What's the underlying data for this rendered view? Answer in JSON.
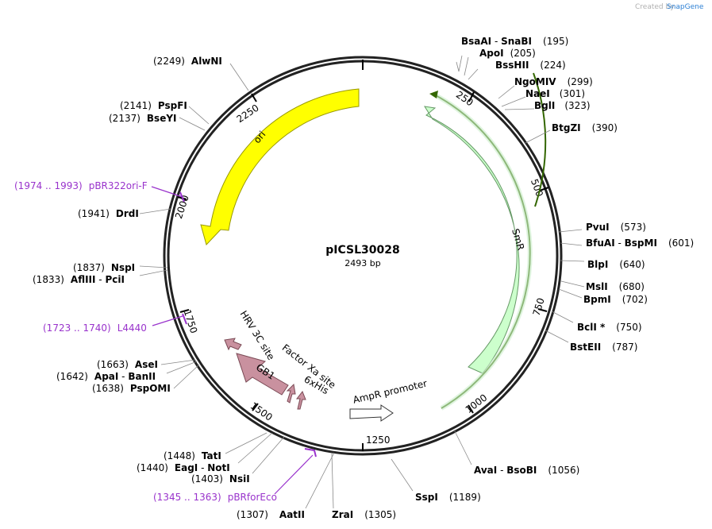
{
  "credit": {
    "prefix": "Created by",
    "brand": "SnapGene"
  },
  "plasmid": {
    "name": "pICSL30028",
    "length": "2493 bp"
  },
  "ticks": [
    "250",
    "500",
    "750",
    "1000",
    "1250",
    "1500",
    "1750",
    "2000",
    "2250"
  ],
  "features": {
    "ori": "ori",
    "smr": "SmR",
    "ampr": "AmpR promoter",
    "hrv": "HRV 3C site",
    "gb1": "GB1",
    "factor": "Factor Xa site",
    "his": "6xHis"
  },
  "sites": [
    {
      "name": "BsaAI",
      "sep": " - ",
      "name2": "SnaBI",
      "pos": "(195)"
    },
    {
      "name": "ApoI",
      "pos": "(205)"
    },
    {
      "name": "BssHII",
      "pos": "(224)"
    },
    {
      "name": "NgoMIV",
      "pos": "(299)"
    },
    {
      "name": "NaeI",
      "pos": "(301)"
    },
    {
      "name": "BglI",
      "pos": "(323)"
    },
    {
      "name": "BtgZI",
      "pos": "(390)"
    },
    {
      "name": "PvuI",
      "pos": "(573)"
    },
    {
      "name": "BfuAI",
      "sep": " - ",
      "name2": "BspMI",
      "pos": "(601)"
    },
    {
      "name": "BlpI",
      "pos": "(640)"
    },
    {
      "name": "MslI",
      "pos": "(680)"
    },
    {
      "name": "BpmI",
      "pos": "(702)"
    },
    {
      "name": "BclI *",
      "pos": "(750)"
    },
    {
      "name": "BstEII",
      "pos": "(787)"
    },
    {
      "name": "AvaI",
      "sep": " - ",
      "name2": "BsoBI",
      "pos": "(1056)"
    },
    {
      "name": "SspI",
      "pos": "(1189)"
    },
    {
      "name": "ZraI",
      "pos": "(1305)"
    },
    {
      "name": "AatII",
      "pos": "(1307)"
    },
    {
      "name": "NsiI",
      "pos": "(1403)"
    },
    {
      "name": "EagI",
      "sep": " - ",
      "name2": "NotI",
      "pos": "(1440)"
    },
    {
      "name": "TatI",
      "pos": "(1448)"
    },
    {
      "name": "PspOMI",
      "pos": "(1638)"
    },
    {
      "name": "ApaI",
      "sep": " - ",
      "name2": "BanII",
      "pos": "(1642)"
    },
    {
      "name": "AseI",
      "pos": "(1663)"
    },
    {
      "name": "AflIII",
      "sep": " - ",
      "name2": "PciI",
      "pos": "(1833)"
    },
    {
      "name": "NspI",
      "pos": "(1837)"
    },
    {
      "name": "DrdI",
      "pos": "(1941)"
    },
    {
      "name": "BseYI",
      "pos": "(2137)"
    },
    {
      "name": "PspFI",
      "pos": "(2141)"
    },
    {
      "name": "AlwNI",
      "pos": "(2249)"
    }
  ],
  "primers": [
    {
      "range": "(1974 .. 1993)",
      "name": "pBR322ori-F"
    },
    {
      "range": "(1723 .. 1740)",
      "name": "L4440"
    },
    {
      "range": "(1345 .. 1363)",
      "name": "pBRforEco"
    }
  ],
  "colors": {
    "ori": "#ffff00",
    "smr": "#ccffcc",
    "smr_border": "#336600",
    "gb1": "#c9919f",
    "ampr": "#ffffff",
    "primer": "#9933cc",
    "backbone": "#222222"
  }
}
